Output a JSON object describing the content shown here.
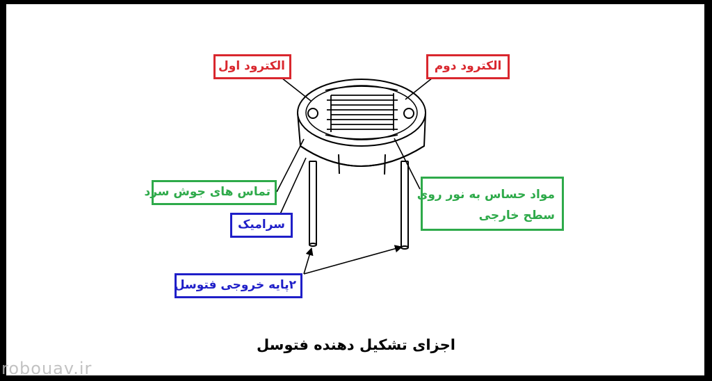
{
  "title": "اجزای تشکیل دهنده فتوسل",
  "watermark": "robouav.ir",
  "labels": {
    "electrode_1": "الکترود اول",
    "electrode_2": "الکترود دوم",
    "solder_contacts": "تماس های جوش سرد",
    "ceramic": "سرامیک",
    "sensitive_material_line1": "مواد حساس به نور روی",
    "sensitive_material_line2": "سطح خارجی",
    "output_leads": "۲پایه خروجی فتوسل"
  },
  "colors": {
    "red": "#d9272e",
    "green": "#2eaa4a",
    "blue": "#1f1fc8"
  }
}
